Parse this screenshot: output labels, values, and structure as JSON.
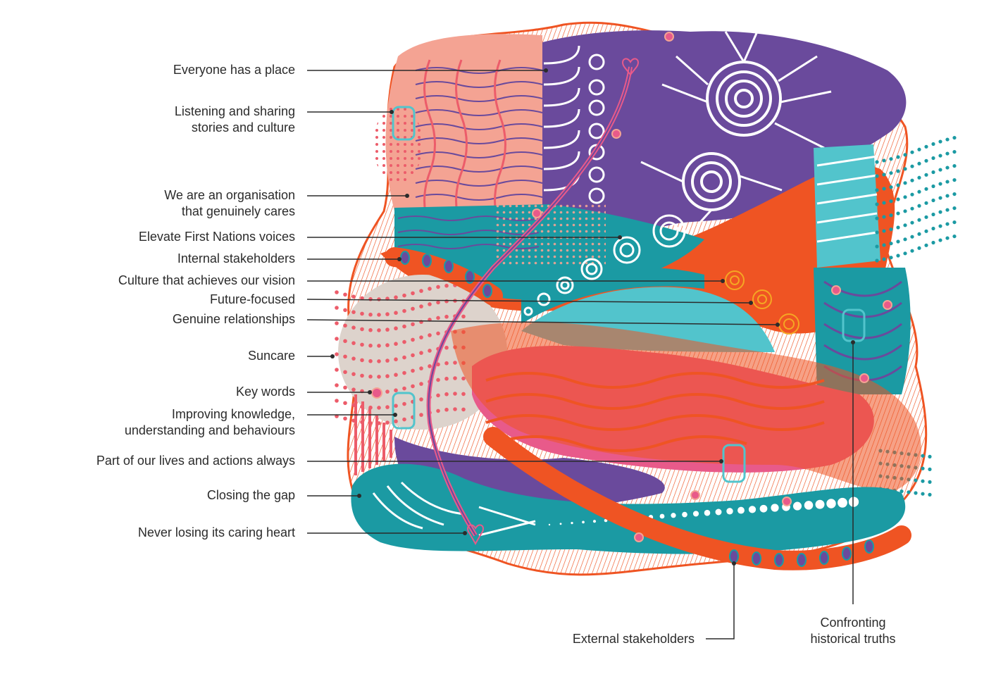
{
  "labels": {
    "everyone_has_a_place": "Everyone has a place",
    "listening_line1": "Listening and sharing",
    "listening_line2": "stories and culture",
    "organisation_line1": "We are an organisation",
    "organisation_line2": "that genuinely cares",
    "elevate_voices": "Elevate First Nations voices",
    "internal_stakeholders": "Internal stakeholders",
    "culture_vision": "Culture that achieves our vision",
    "future_focused": "Future-focused",
    "genuine_relationships": "Genuine relationships",
    "suncare": "Suncare",
    "key_words": "Key words",
    "improving_line1": "Improving knowledge,",
    "improving_line2": "understanding and behaviours",
    "part_of_lives": "Part of our lives and actions always",
    "closing_gap": "Closing the gap",
    "caring_heart": "Never losing its caring heart",
    "external_stakeholders": "External stakeholders",
    "confronting_line1": "Confronting",
    "confronting_line2": "historical truths"
  },
  "colors": {
    "orange": "#ef5423",
    "red_orange": "#e84e2f",
    "salmon": "#f4a393",
    "purple": "#6a4a9c",
    "teal": "#1b9aa3",
    "light_teal": "#52c4cc",
    "pink": "#e85a8a",
    "coral_dots": "#ec5c6a",
    "beige": "#ddd3cc",
    "leader_line": "#2b2b2b"
  }
}
